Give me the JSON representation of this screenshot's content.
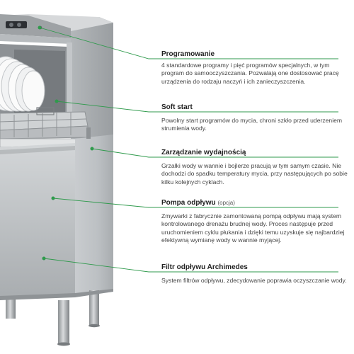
{
  "colors": {
    "accent_green": "#2f9a4c",
    "divider": "#333333",
    "steel": "#b8bcbf"
  },
  "features": [
    {
      "title": "Programowanie",
      "note": "",
      "text": "4 standardowe programy i pięć programów specjalnych, w tym program do samooczyszczania. Pozwalają one dostosować pracę urządzenia do rodzaju naczyń i ich zanieczyszczenia."
    },
    {
      "title": "Soft start",
      "note": "",
      "text": "Powolny start programów do mycia, chroni szkło przed uderzeniem strumienia wody."
    },
    {
      "title": "Zarządzanie wydajnością",
      "note": "",
      "text": "Grzałki wody w wannie i bojlerze pracują w tym samym czasie. Nie dochodzi do spadku temperatury mycia, przy następujących po sobie kilku kolejnych cyklach."
    },
    {
      "title": "Pompa odpływu",
      "note": "(opcja)",
      "text": "Zmywarki z fabrycznie zamontowaną pompą odpływu mają system kontrolowanego drenażu brudnej wody. Proces następuje przed uruchomieniem cyklu płukania i dzięki temu uzyskuje się najbardziej efektywną wymianę wody w wannie myjącej."
    },
    {
      "title": "Filtr odpływu Archimedes",
      "note": "",
      "text": "System filtrów odpływu, zdecydowanie poprawia oczyszczanie wody."
    }
  ]
}
